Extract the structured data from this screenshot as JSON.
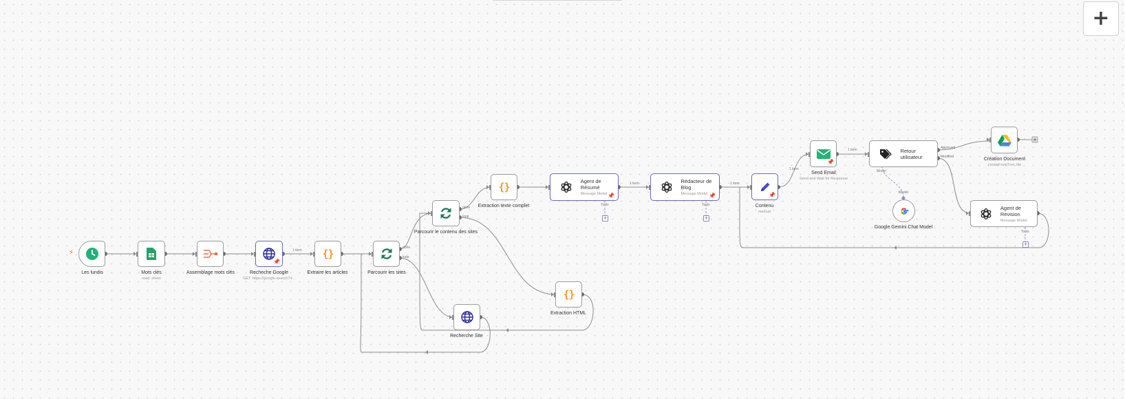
{
  "canvas": {
    "add_button_label": "+"
  },
  "nodes": {
    "les_lundis": {
      "title": "Les lundis"
    },
    "mots_cles": {
      "title": "Mots clés",
      "subtitle": "read: sheet"
    },
    "assemblage": {
      "title": "Assemblage mots clés"
    },
    "recherche_google": {
      "title": "Recheche Google",
      "subtitle": "GET: https://google-search74..."
    },
    "extraire_articles": {
      "title": "Extraire les articles"
    },
    "parcourir_sites": {
      "title": "Parcourir les sites",
      "port_done": "done",
      "port_loop": "loop"
    },
    "recherche_site": {
      "title": "Recherche Site"
    },
    "extraction_html": {
      "title": "Extraction HTML"
    },
    "parcourir_contenu": {
      "title": "Parcourir le contenu des sites",
      "port_done": "done",
      "port_loop": "loop"
    },
    "extraction_texte": {
      "title": "Extraction texte complet"
    },
    "agent_resume": {
      "title": "Agent de Résumé",
      "subtitle": "Message Model",
      "port_tools": "Tools"
    },
    "redacteur_blog": {
      "title": "Rédacteur de Blog",
      "subtitle": "Message Model",
      "port_tools": "Tools"
    },
    "contenu": {
      "title": "Contenu",
      "subtitle": "manual"
    },
    "send_email": {
      "title": "Send Email",
      "subtitle": "Send and Wait for Response"
    },
    "retour_utilisateur": {
      "title": "Retour utilisateur",
      "port_approved": "Approved",
      "port_modified": "Modified",
      "port_model": "Model"
    },
    "google_gemini": {
      "title": "Google Gemini Chat Model",
      "port_model": "Model"
    },
    "creation_document": {
      "title": "Création Document",
      "subtitle": "createFromText: file"
    },
    "agent_revision": {
      "title": "Agent de Révision",
      "subtitle": "Message Model",
      "port_tools": "Tools"
    }
  },
  "edge_labels": {
    "google_to_extraire": "1 item",
    "resume_to_redacteur": "1 item",
    "redacteur_to_contenu": "1 item",
    "contenu_to_email": "1 item",
    "email_to_retour": "1 item"
  },
  "colors": {
    "accent": "#6b64c8",
    "trigger_bolt": "#ff5a3c",
    "code_braces": "#ff9922",
    "loop_green": "#1f7a55",
    "sheets_green": "#21a464",
    "http_blue": "#2d2a9c",
    "email_green": "#24b373",
    "edit_blue": "#3b4bd8"
  },
  "icons": {
    "les_lundis": "clock-icon",
    "mots_cles": "google-sheets-icon",
    "assemblage": "merge-icon",
    "recherche_google": "globe-icon",
    "extraire_articles": "code-braces-icon",
    "parcourir_sites": "loop-icon",
    "recherche_site": "globe-icon",
    "extraction_html": "code-braces-icon",
    "parcourir_contenu": "loop-icon",
    "extraction_texte": "code-braces-icon",
    "agent_resume": "openai-icon",
    "redacteur_blog": "openai-icon",
    "contenu": "pencil-icon",
    "send_email": "envelope-icon",
    "retour_utilisateur": "tag-icon",
    "google_gemini": "google-icon",
    "creation_document": "google-drive-icon",
    "agent_revision": "openai-icon"
  }
}
